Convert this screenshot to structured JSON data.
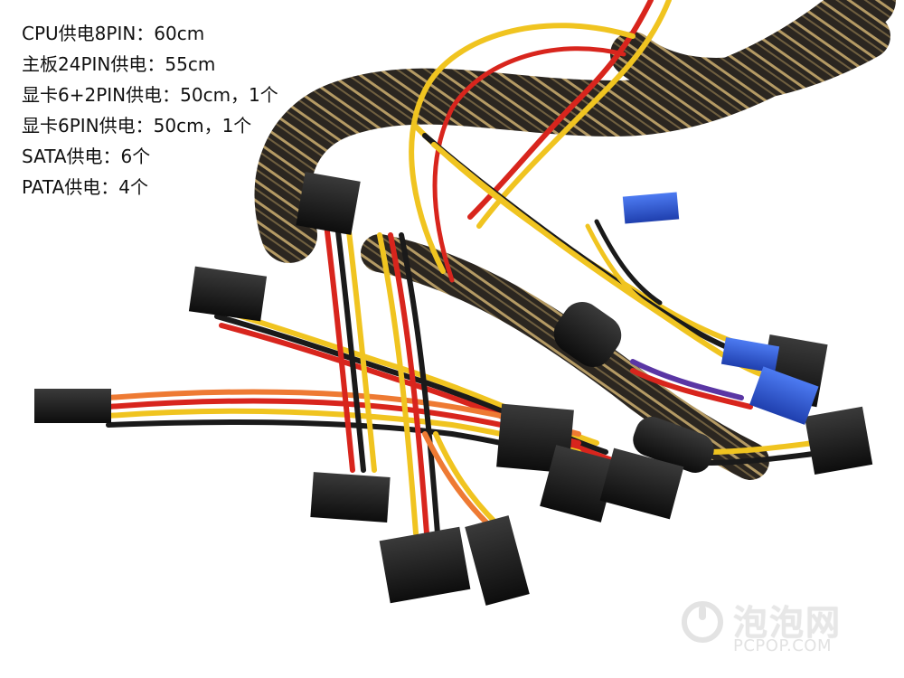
{
  "specs": [
    "CPU供电8PIN：60cm",
    "主板24PIN供电：55cm",
    "显卡6+2PIN供电：50cm，1个",
    "显卡6PIN供电：50cm，1个",
    "SATA供电：6个",
    "PATA供电：4个"
  ],
  "watermark": {
    "name_cn": "泡泡网",
    "name_en": "PCPOP.COM"
  },
  "colors": {
    "sleeve": "#2a2620",
    "sleeve_stripe": "#b59a63",
    "wire_yellow": "#f0c420",
    "wire_red": "#d8251d",
    "wire_orange": "#ee7a33",
    "wire_black": "#1a1a1a",
    "wire_purple": "#5a36a4",
    "connector_blue": "#2e55d8"
  }
}
